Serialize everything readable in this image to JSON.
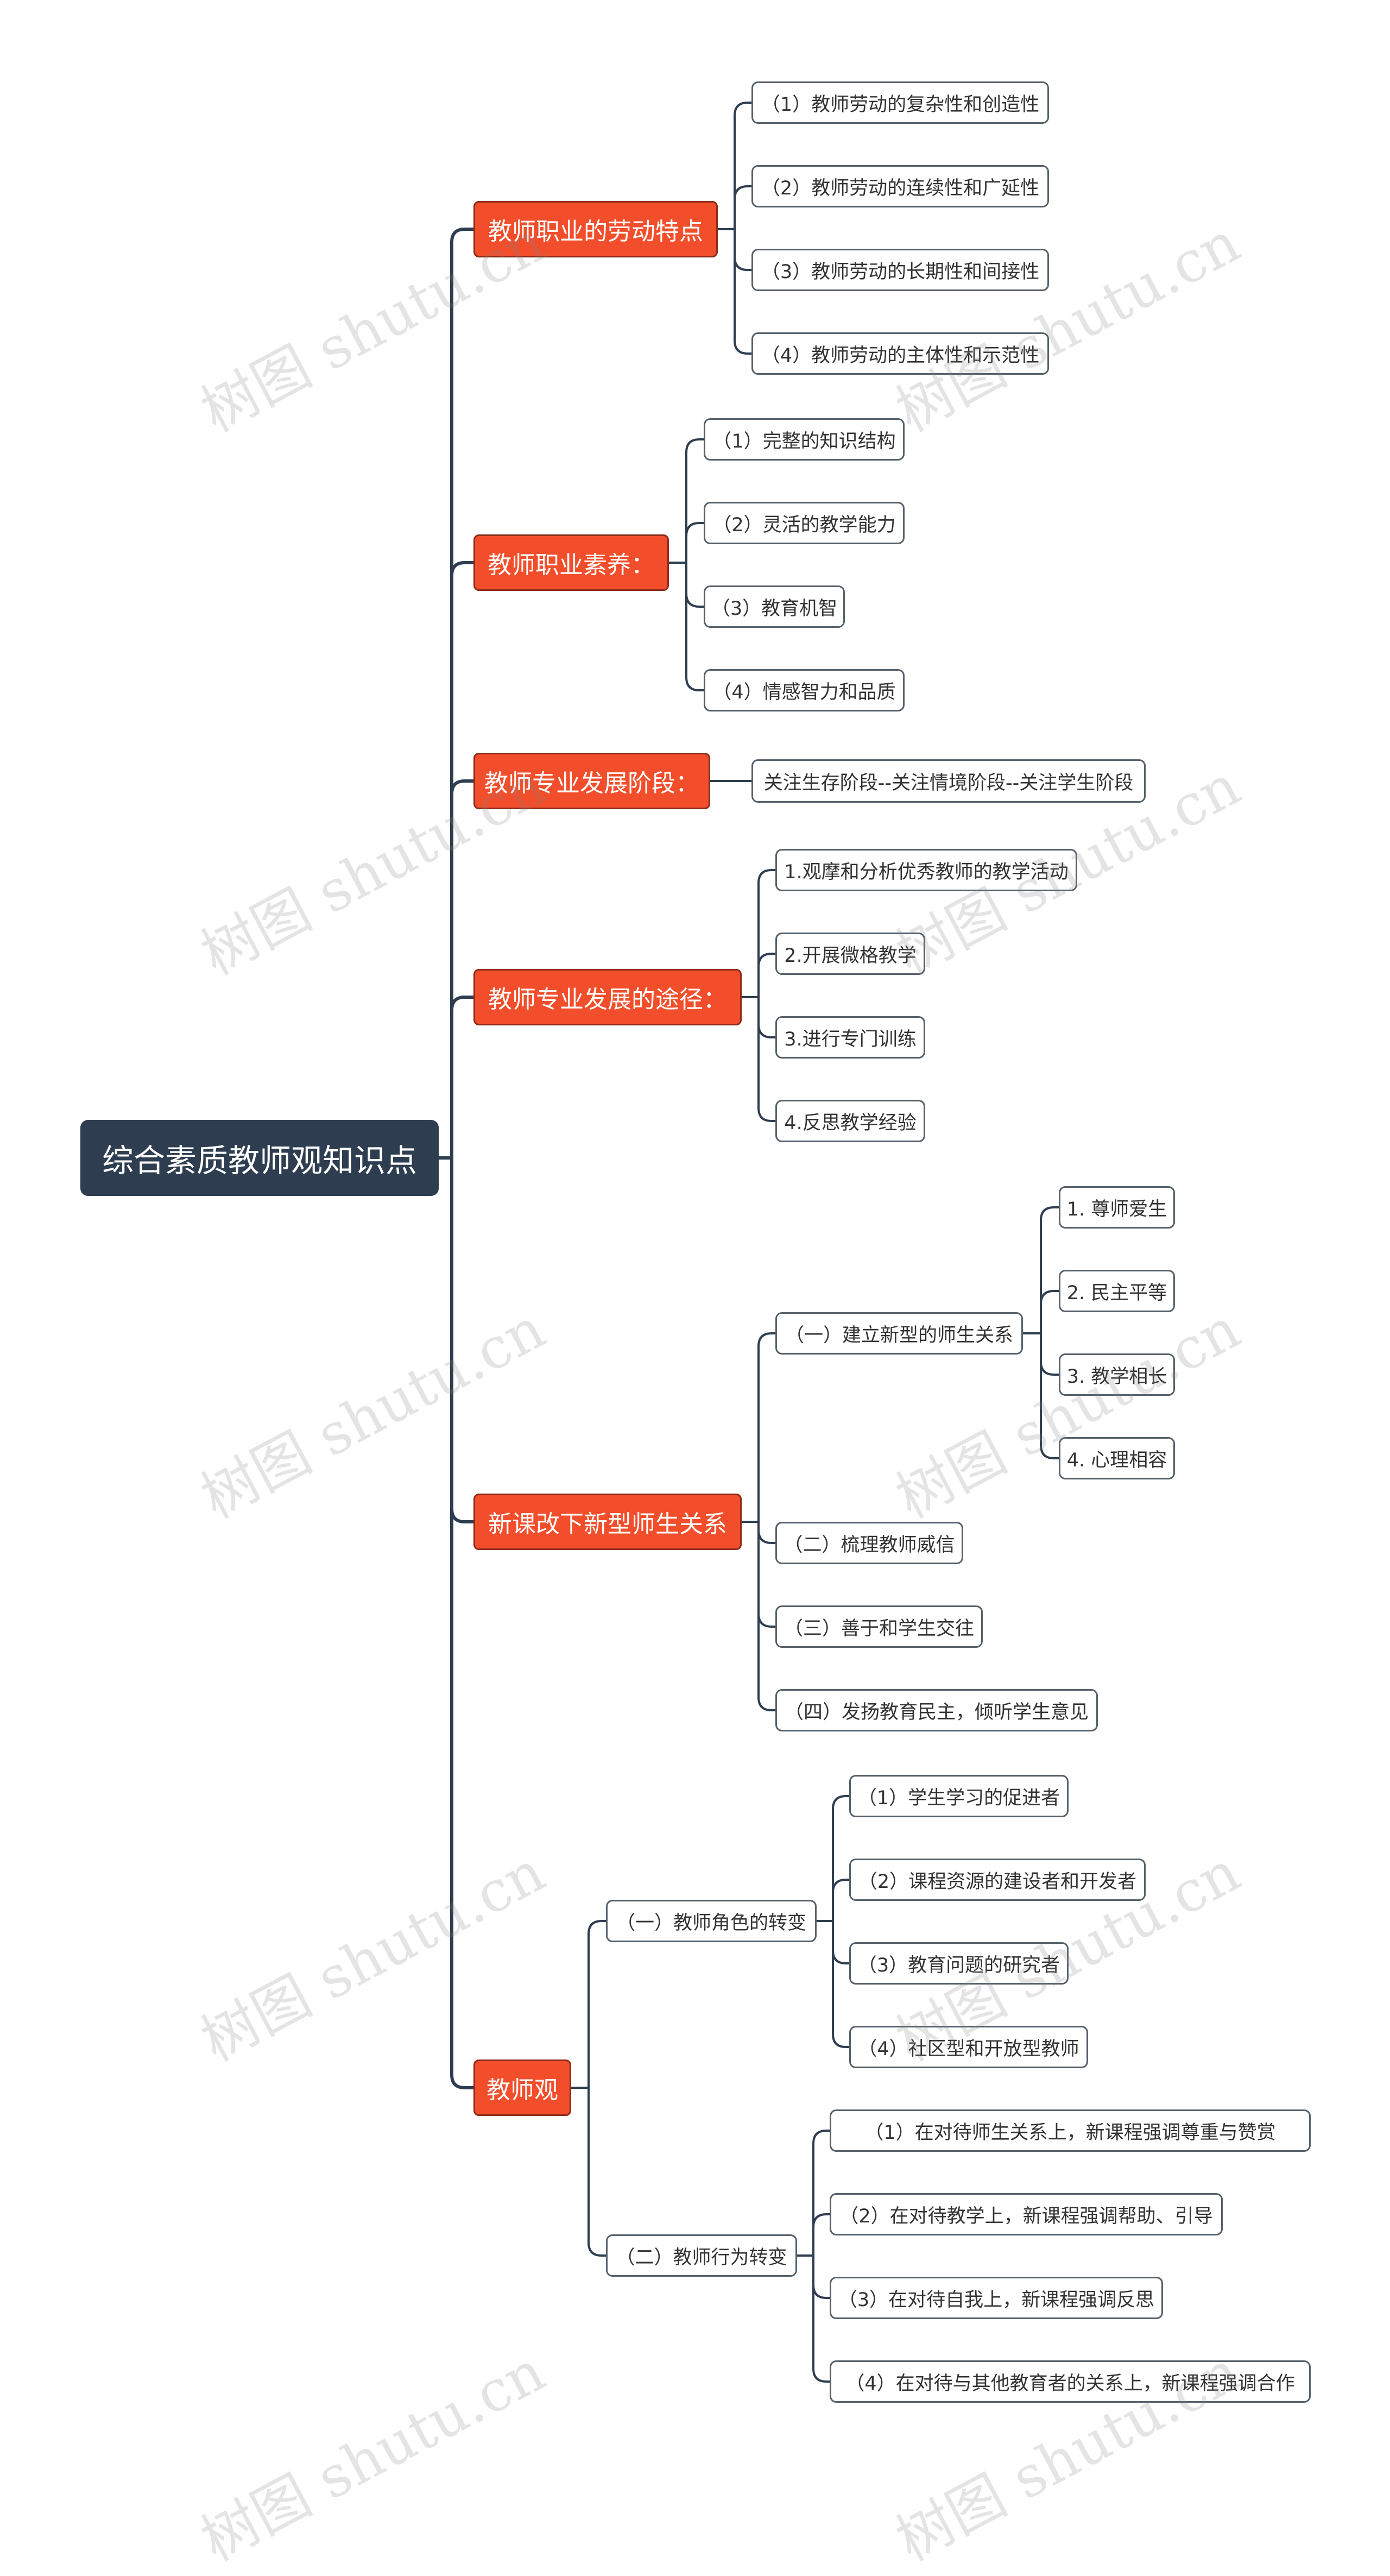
{
  "watermark": "树图 shutu.cn",
  "colors": {
    "root": "#2e3e50",
    "branch": "#f24e2b",
    "line": "#2e3e50",
    "leaf_border": "#56616b"
  },
  "root": "综合素质教师观知识点",
  "branches": [
    {
      "label": "教师职业的劳动特点",
      "children": [
        {
          "label": "（1）教师劳动的复杂性和创造性"
        },
        {
          "label": "（2）教师劳动的连续性和广延性"
        },
        {
          "label": "（3）教师劳动的长期性和间接性"
        },
        {
          "label": "（4）教师劳动的主体性和示范性"
        }
      ]
    },
    {
      "label": "教师职业素养：",
      "children": [
        {
          "label": "（1）完整的知识结构"
        },
        {
          "label": "（2）灵活的教学能力"
        },
        {
          "label": "（3）教育机智"
        },
        {
          "label": "（4）情感智力和品质"
        }
      ]
    },
    {
      "label": "教师专业发展阶段：",
      "children": [
        {
          "label": "关注生存阶段--关注情境阶段--关注学生阶段"
        }
      ]
    },
    {
      "label": "教师专业发展的途径：",
      "children": [
        {
          "label": "1.观摩和分析优秀教师的教学活动"
        },
        {
          "label": "2.开展微格教学"
        },
        {
          "label": "3.进行专门训练"
        },
        {
          "label": "4.反思教学经验"
        }
      ]
    },
    {
      "label": "新课改下新型师生关系",
      "children": [
        {
          "label": "（一）建立新型的师生关系",
          "children": [
            {
              "label": "1. 尊师爱生"
            },
            {
              "label": "2. 民主平等"
            },
            {
              "label": "3. 教学相长"
            },
            {
              "label": "4. 心理相容"
            }
          ]
        },
        {
          "label": "（二）梳理教师威信"
        },
        {
          "label": "（三）善于和学生交往"
        },
        {
          "label": "（四）发扬教育民主，倾听学生意见"
        }
      ]
    },
    {
      "label": "教师观",
      "children": [
        {
          "label": "（一）教师角色的转变",
          "children": [
            {
              "label": "（1）学生学习的促进者"
            },
            {
              "label": "（2）课程资源的建设者和开发者"
            },
            {
              "label": "（3）教育问题的研究者"
            },
            {
              "label": "（4）社区型和开放型教师"
            }
          ]
        },
        {
          "label": "（二）教师行为转变",
          "children": [
            {
              "label": "（1）在对待师生关系上，新课程强调尊重与赞赏"
            },
            {
              "label": "（2）在对待教学上，新课程强调帮助、引导"
            },
            {
              "label": "（3）在对待自我上，新课程强调反思"
            },
            {
              "label": "（4）在对待与其他教育者的关系上，新课程强调合作"
            }
          ]
        }
      ]
    }
  ]
}
